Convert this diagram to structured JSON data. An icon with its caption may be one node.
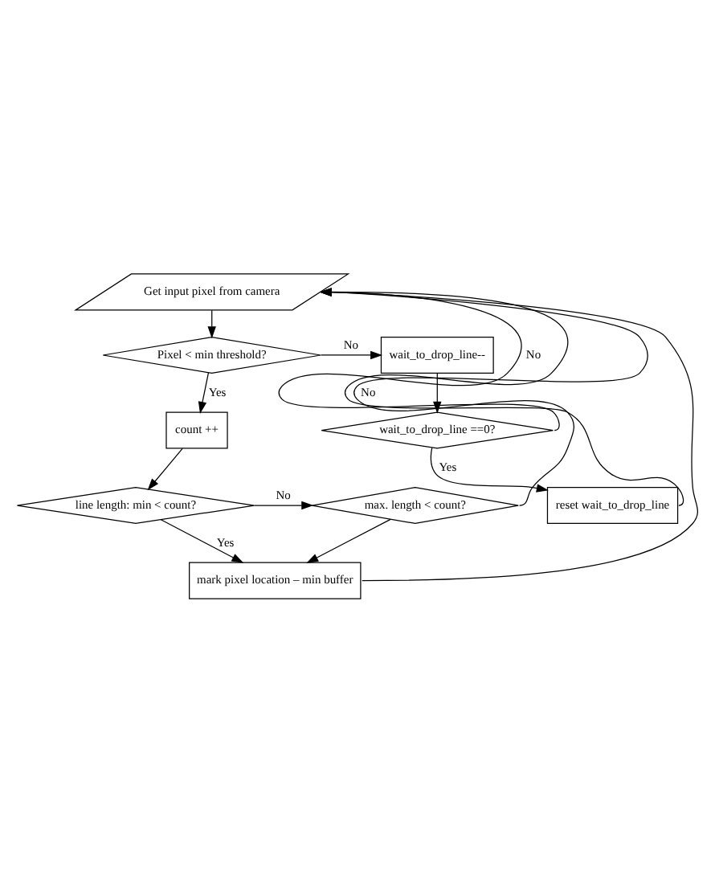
{
  "diagram": {
    "nodes": [
      {
        "text": [
          "Get input pixel from camera"
        ]
      },
      {
        "text": [
          "Pixel < min threshold?"
        ]
      },
      {
        "text": [
          "wait_to_drop_line--"
        ]
      },
      {
        "text": [
          "wait_to_drop_line ==0?"
        ]
      },
      {
        "text": [
          "reset wait_to_drop_line"
        ]
      },
      {
        "text": [
          "count ++"
        ]
      },
      {
        "text": [
          "line length: min < count?"
        ]
      },
      {
        "text": [
          "max. length < count?"
        ]
      },
      {
        "text": [
          "mark pixel location – min buffer"
        ]
      }
    ],
    "edges": [
      {
        "from": 0,
        "to": 1,
        "arrow": "to"
      },
      {
        "from": 1,
        "to": 2,
        "label": "No",
        "arrow": "to"
      },
      {
        "from": 2,
        "to": 3,
        "arrow": "to"
      },
      {
        "from": 3,
        "to": 0,
        "label": "No",
        "arrow": "to"
      },
      {
        "from": 3,
        "to": 4,
        "label": "Yes",
        "arrow": "to"
      },
      {
        "from": 4,
        "to": 0,
        "arrow": "to"
      },
      {
        "from": 1,
        "to": 5,
        "label": "Yes",
        "arrow": "to"
      },
      {
        "from": 5,
        "to": 6,
        "arrow": "to"
      },
      {
        "from": 6,
        "to": 7,
        "label": "No",
        "arrow": "to"
      },
      {
        "from": 7,
        "to": 0,
        "label": "No",
        "arrow": "to"
      },
      {
        "from": 7,
        "to": 8,
        "arrow": "to"
      },
      {
        "from": 6,
        "to": 8,
        "label": "Yes",
        "arrow": "to"
      },
      {
        "from": 8,
        "to": 0,
        "arrow": "to"
      }
    ]
  }
}
